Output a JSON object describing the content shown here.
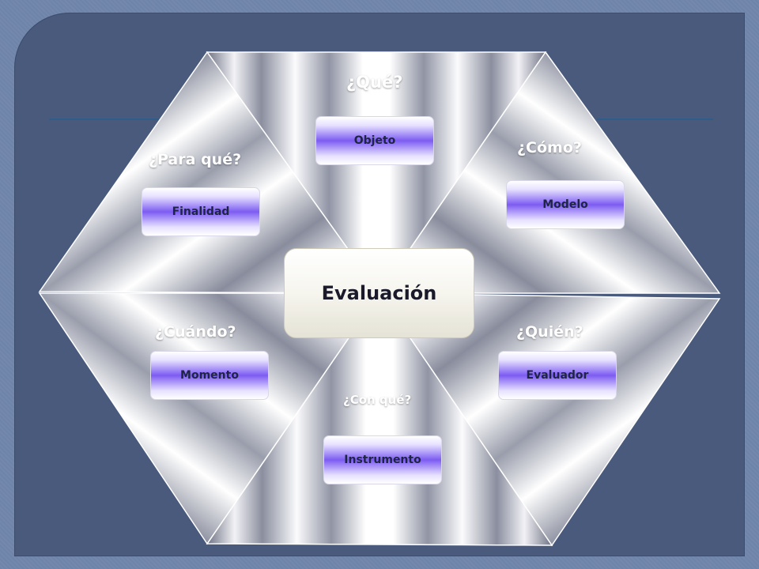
{
  "diagram": {
    "center": "Evaluación",
    "segments": [
      {
        "id": "que",
        "question": "¿Qué?",
        "label": "Objeto"
      },
      {
        "id": "como",
        "question": "¿Cómo?",
        "label": "Modelo"
      },
      {
        "id": "quien",
        "question": "¿Quién?",
        "label": "Evaluador"
      },
      {
        "id": "conque",
        "question": "¿Con qué?",
        "label": "Instrumento"
      },
      {
        "id": "cuando",
        "question": "¿Cuándo?",
        "label": "Momento"
      },
      {
        "id": "paraque",
        "question": "¿Para qué?",
        "label": "Finalidad"
      }
    ]
  },
  "colors": {
    "background": "#4a5a7d",
    "label_accent": "#7c5cf2",
    "question_text": "#ffffff",
    "divider_line": "#2f5d8a"
  }
}
